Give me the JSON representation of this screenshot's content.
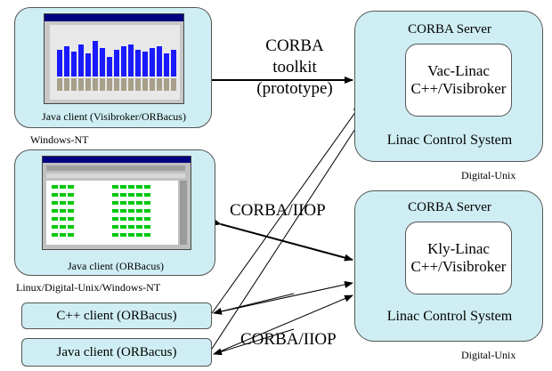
{
  "clients": {
    "java_visibroker": {
      "caption": "Java client (Visibroker/ORBacus)",
      "platform": "Windows-NT"
    },
    "java_orbacus_gui": {
      "caption": "Java client (ORBacus)",
      "platform": "Linux/Digital-Unix/Windows-NT"
    },
    "cpp_bar": {
      "label": "C++ client (ORBacus)"
    },
    "java_bar": {
      "label": "Java client (ORBacus)"
    }
  },
  "links": {
    "top": {
      "line1": "CORBA",
      "line2": "toolkit",
      "line3": "(prototype)"
    },
    "middle": "CORBA/IIOP",
    "bottom": "CORBA/IIOP"
  },
  "servers": [
    {
      "header": "CORBA Server",
      "inner_line1": "Vac-Linac",
      "inner_line2": "C++/Visibroker",
      "footer": "Linac Control System",
      "platform": "Digital-Unix"
    },
    {
      "header": "CORBA Server",
      "inner_line1": "Kly-Linac",
      "inner_line2": "C++/Visibroker",
      "footer": "Linac Control System",
      "platform": "Digital-Unix"
    }
  ],
  "colors": {
    "box_fill": "#cfeef3",
    "bar_blue": "#1a1aff",
    "bar_gray": "#a8a08a",
    "led_green": "#00c800",
    "gui_gray": "#c0c0c0"
  },
  "icons": [
    "bar-chart-screenshot",
    "status-panel-screenshot"
  ]
}
